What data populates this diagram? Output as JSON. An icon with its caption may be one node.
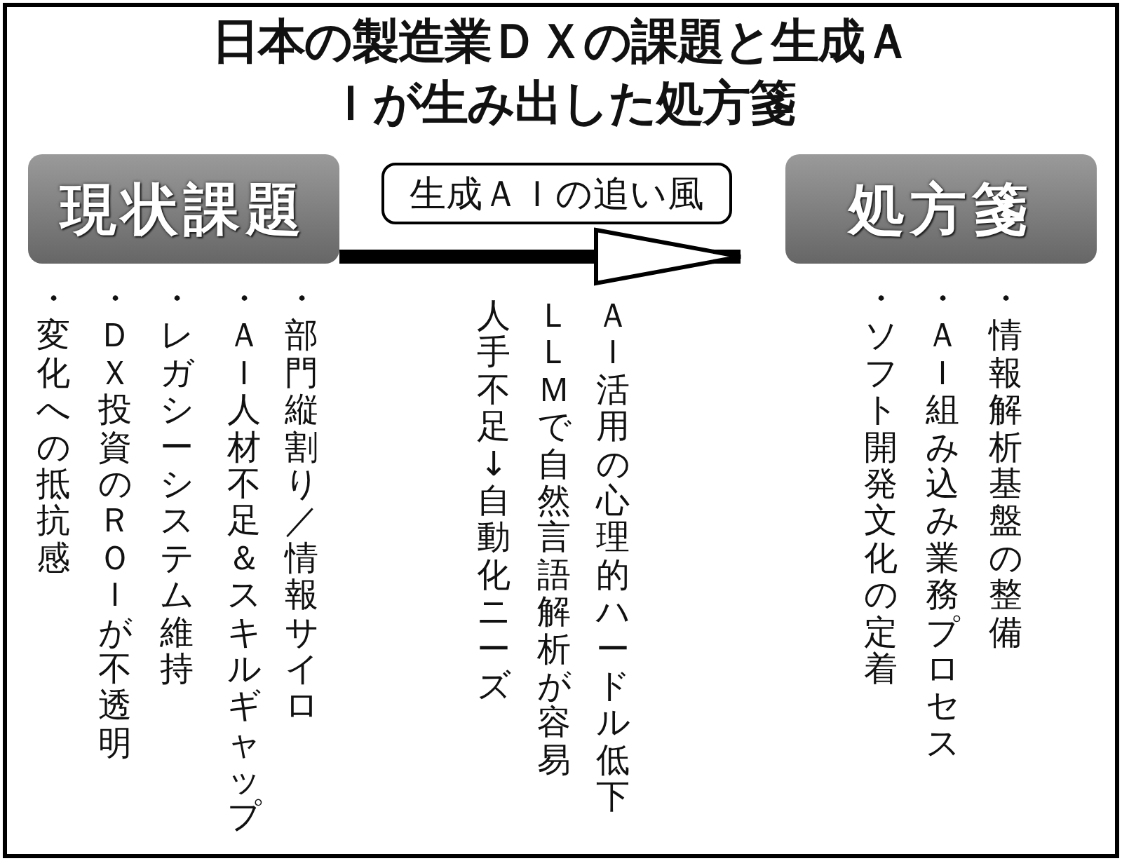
{
  "diagram": {
    "title": "日本の製造業ＤＸの課題と生成ＡＩが生み出した処方箋",
    "nodes": [
      {
        "text": [
          "現状課題"
        ]
      },
      {
        "text": [
          "生成ＡＩの追い風"
        ]
      },
      {
        "text": [
          "処方箋"
        ]
      }
    ],
    "edges": [
      {
        "from": 0,
        "to": 2,
        "arrow": "to"
      }
    ],
    "labels": [
      "・情報解析基盤の整備",
      "・ＡＩ組み込み業務プロセス",
      "・ソフト開発文化の定着",
      "ＡＩ活用の心理的ハードル低下",
      "ＬＬＭで自然言語解析が容易",
      "人手不足↓自動化ニーズ",
      "・部門縦割り／情報サイロ",
      "・ＡＩ人材不足＆スキルギャップ",
      "・レガシーシステム維持",
      "・ＤＸ投資のＲＯＩが不透明",
      "・変化への抵抗感"
    ]
  }
}
